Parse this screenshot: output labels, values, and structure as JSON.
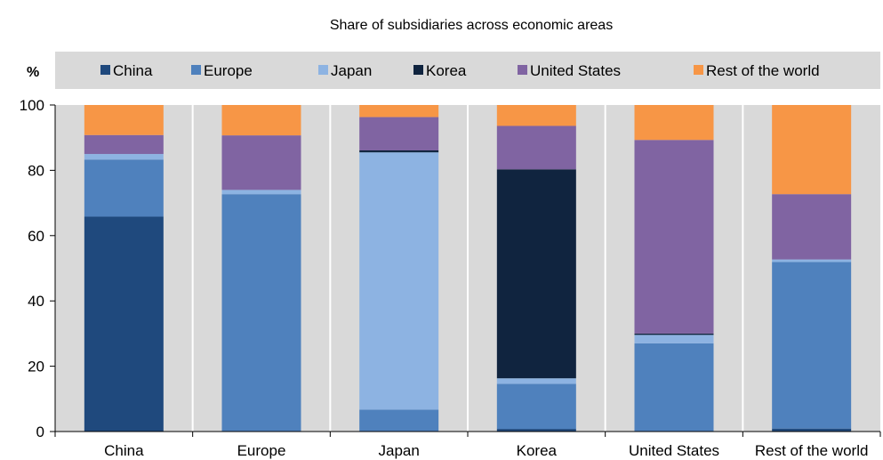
{
  "chart_data": {
    "type": "bar",
    "stacked": true,
    "title": "Share of subsidiaries across economic areas",
    "ylabel": "%",
    "xlabel": "",
    "ylim": [
      0,
      100
    ],
    "yticks": [
      0,
      20,
      40,
      60,
      80,
      100
    ],
    "grid": true,
    "legend_position": "top",
    "categories": [
      "China",
      "Europe",
      "Japan",
      "Korea",
      "United States",
      "Rest of the world"
    ],
    "series": [
      {
        "name": "China",
        "color": "#1f497d",
        "values": [
          65.8,
          0,
          0,
          0.8,
          0,
          0.9
        ]
      },
      {
        "name": "Europe",
        "color": "#4f81bd",
        "values": [
          17.5,
          72.7,
          6.7,
          13.8,
          27.0,
          51.0
        ]
      },
      {
        "name": "Japan",
        "color": "#8db3e2",
        "values": [
          1.7,
          1.3,
          78.8,
          1.7,
          2.6,
          0.8
        ]
      },
      {
        "name": "Korea",
        "color": "#10243f",
        "values": [
          0,
          0,
          0.6,
          64.0,
          0.4,
          0
        ]
      },
      {
        "name": "United States",
        "color": "#8064a2",
        "values": [
          5.8,
          16.7,
          10.2,
          13.3,
          59.3,
          20.0
        ]
      },
      {
        "name": "Rest of the world",
        "color": "#f79646",
        "values": [
          9.2,
          9.3,
          3.7,
          6.4,
          10.7,
          27.3
        ]
      }
    ]
  }
}
